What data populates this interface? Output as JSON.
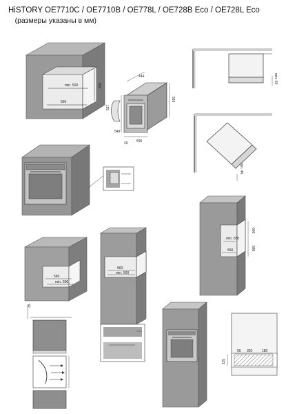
{
  "title": {
    "models": "HiSTORY OE7710C / OE7710B / OE778L / OE728B Eco / OE728L Eco",
    "note": "(размеры указаны в мм)"
  },
  "dims": {
    "d1_min500": "min. 500",
    "d1_560": "560",
    "d1_600": "600",
    "d2_444": "444",
    "d2_517": "517",
    "d2_549": "549",
    "d2_20": "20",
    "d2_595": "595",
    "d2_593": "593",
    "d3_min50": "min. 50",
    "d4_min45": "min. 45",
    "d5_560": "560",
    "d5_min550": "min. 550",
    "d5_585": "585",
    "d5_600": "600",
    "d6_560": "560",
    "d6_min500": "min. 500",
    "d7_560": "560",
    "d7_min500": "min. 500",
    "d8_35": "35",
    "d9_60": "60",
    "d9_320": "320",
    "d9_180": "180",
    "d9_115": "115"
  },
  "colors": {
    "cabinet": "#8f8f8f",
    "cabinet_dark": "#6f6f6f",
    "cabinet_light": "#b5b5b5",
    "oven": "#a8a8a8",
    "line": "#222222"
  }
}
